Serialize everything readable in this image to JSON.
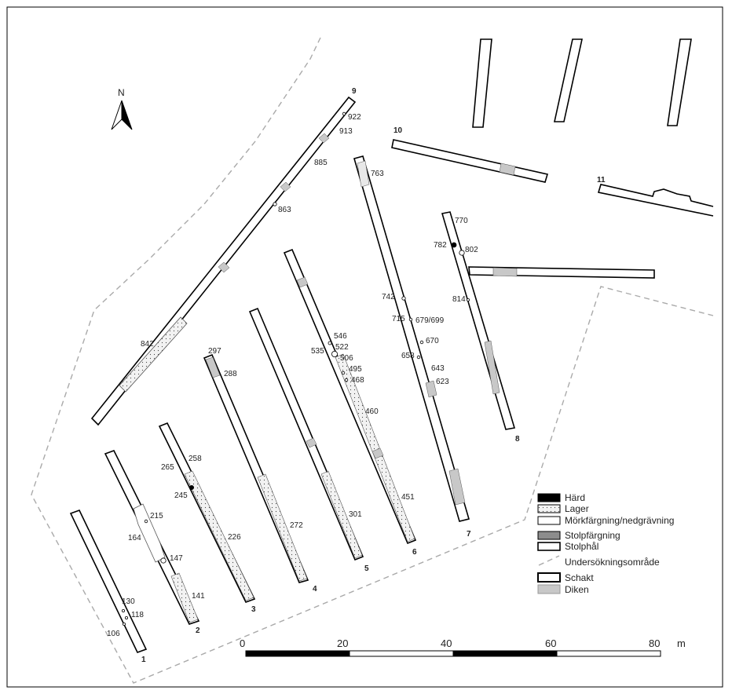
{
  "north_label": "N",
  "trench_numbers": [
    "1",
    "2",
    "3",
    "4",
    "5",
    "6",
    "7",
    "8",
    "9",
    "10",
    "11"
  ],
  "feature_labels": {
    "t1": [
      "130",
      "118",
      "106"
    ],
    "t2": [
      "215",
      "164",
      "147",
      "141"
    ],
    "t3": [
      "297",
      "288",
      "265",
      "258",
      "245",
      "226"
    ],
    "t4": [
      "272"
    ],
    "t5": [
      "546",
      "522",
      "535",
      "506",
      "495",
      "468",
      "460",
      "301"
    ],
    "t6": [
      "451"
    ],
    "t7": [
      "763",
      "742",
      "715",
      "679/699",
      "670",
      "658",
      "643",
      "623"
    ],
    "t8": [
      "770",
      "782",
      "802",
      "814"
    ],
    "t9": [
      "922",
      "913",
      "885",
      "863",
      "842"
    ]
  },
  "legend": {
    "items": [
      {
        "label": "Härd",
        "fill": "#000000"
      },
      {
        "label": "Lager",
        "fill": "#f0f0f0"
      },
      {
        "label": "Mörkfärgning/nedgrävning",
        "fill": "#ffffff"
      },
      {
        "label": "Stolpfärgning",
        "fill": "#8c8c8c"
      },
      {
        "label": "Stolphål",
        "fill": "#ffffff"
      },
      {
        "label": "Undersökningsområde",
        "fill": "none"
      },
      {
        "label": "Schakt",
        "fill": "#ffffff"
      },
      {
        "label": "Diken",
        "fill": "#c8c8c8"
      }
    ]
  },
  "scale": {
    "ticks": [
      "0",
      "20",
      "40",
      "60",
      "80"
    ],
    "unit": "m"
  }
}
